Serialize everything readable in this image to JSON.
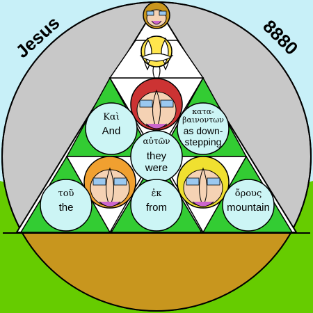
{
  "title_left": "Jesus",
  "title_right": "8880",
  "cells": [
    {
      "greek": "Καὶ",
      "english": [
        "And"
      ]
    },
    {
      "greek": [
        "κατα-",
        "βαινοντων"
      ],
      "english": [
        "as down-",
        "stepping"
      ]
    },
    {
      "greek": "αὐτῶν",
      "english": [
        "they",
        "were"
      ]
    },
    {
      "greek": "τοῦ",
      "english": [
        "the"
      ]
    },
    {
      "greek": "ἐκ",
      "english": [
        "from"
      ]
    },
    {
      "greek": "ὄρους",
      "english": [
        "mountain"
      ]
    }
  ],
  "colors": {
    "sky": "#c8f0f8",
    "circle": "#c8c8c8",
    "grass": "#66cc00",
    "ground": "#c8961e",
    "green_triangle": "#33cc33",
    "white_triangle": "#ffffff",
    "bubble": "#ccf5f5",
    "face_skin": "#f5d2b4"
  },
  "icons": [
    "face-orange",
    "face-yellow",
    "face-red",
    "face-orange",
    "face-yellow"
  ]
}
